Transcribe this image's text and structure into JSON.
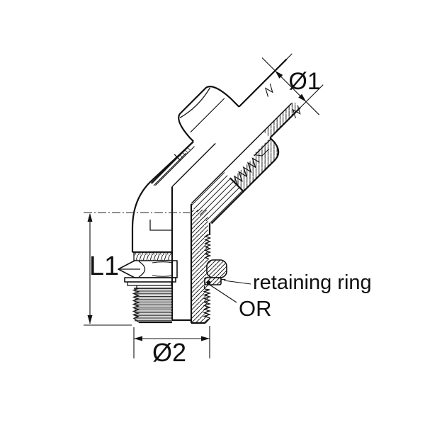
{
  "drawing": {
    "type": "technical-drawing",
    "subject": "45-degree adjustable elbow fitting, half section",
    "background": "#ffffff",
    "line_color": "#111111",
    "labels": {
      "dia1": "Ø1",
      "dia2": "Ø2",
      "len1": "L1",
      "retaining_ring": "retaining ring",
      "or": "OR"
    }
  }
}
